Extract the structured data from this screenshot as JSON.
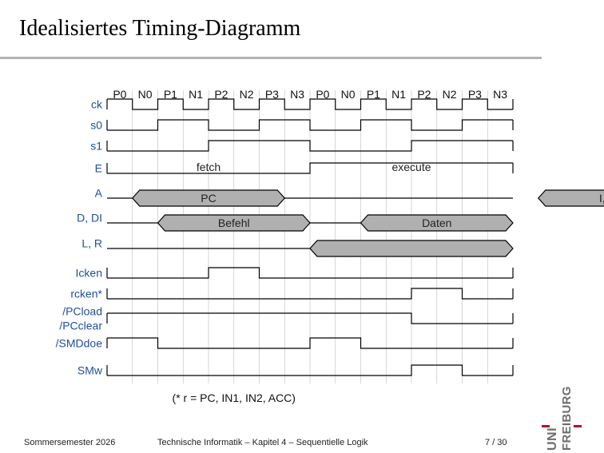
{
  "slide": {
    "title": "Idealisiertes Timing-Diagramm",
    "footer_left": "Sommersemester 2026",
    "footer_center": "Technische Informatik – Kapitel 4 – Sequentielle Logik",
    "page": "7 / 30",
    "logo_text": "UNI FREIBURG"
  },
  "diagram": {
    "phases": [
      "P0",
      "N0",
      "P1",
      "N1",
      "P2",
      "N2",
      "P3",
      "N3",
      "P0",
      "N0",
      "P1",
      "N1",
      "P2",
      "N2",
      "P3",
      "N3"
    ],
    "footnote": "(* r = PC, IN1, IN2, ACC)",
    "colors": {
      "label": "#1f4e9a",
      "bus_fill": "#b0b0b0",
      "grid": "#bbbbbb",
      "logo_red": "#c1002a",
      "logo_gray": "#6d6d6d"
    },
    "signals": [
      {
        "name": "ck",
        "kind": "clock",
        "levels": [
          1,
          0,
          1,
          0,
          1,
          0,
          1,
          0,
          1,
          0,
          1,
          0,
          1,
          0,
          1,
          0
        ]
      },
      {
        "name": "s0",
        "kind": "digital",
        "levels": [
          0,
          0,
          1,
          1,
          0,
          0,
          1,
          1,
          0,
          0,
          1,
          1,
          0,
          0,
          1,
          1
        ]
      },
      {
        "name": "s1",
        "kind": "digital",
        "levels": [
          0,
          0,
          0,
          0,
          1,
          1,
          1,
          1,
          0,
          0,
          0,
          0,
          1,
          1,
          1,
          1
        ]
      },
      {
        "name": "E",
        "kind": "digital",
        "levels": [
          0,
          0,
          0,
          0,
          0,
          0,
          0,
          0,
          1,
          1,
          1,
          1,
          1,
          1,
          1,
          1
        ],
        "texts": [
          {
            "text": "fetch",
            "phase": 4
          },
          {
            "text": "execute",
            "phase": 12
          }
        ]
      },
      {
        "name": "A",
        "kind": "bus",
        "segments": [
          {
            "start": 0.5,
            "end": 3.5,
            "label": "PC"
          },
          {
            "start": 8.5,
            "end": 11.5,
            "label": "I, ALU"
          }
        ]
      },
      {
        "name": "D, DI",
        "kind": "bus",
        "segments": [
          {
            "start": 1,
            "end": 4,
            "label": "Befehl"
          },
          {
            "start": 5,
            "end": 8,
            "label": "Daten"
          }
        ]
      },
      {
        "name": "L, R",
        "kind": "bus",
        "segments": [
          {
            "start": 4,
            "end": 8,
            "label": ""
          }
        ]
      },
      {
        "name": "Icken",
        "kind": "digital",
        "levels": [
          0,
          0,
          0,
          0,
          1,
          1,
          0,
          0,
          0,
          0,
          0,
          0,
          0,
          0,
          0,
          0
        ]
      },
      {
        "name": "rcken*",
        "kind": "digital",
        "levels": [
          0,
          0,
          0,
          0,
          0,
          0,
          0,
          0,
          0,
          0,
          0,
          0,
          1,
          1,
          0,
          0
        ]
      },
      {
        "name": "/PCload\n/PCclear",
        "kind": "digital",
        "levels": [
          1,
          1,
          1,
          1,
          1,
          1,
          1,
          1,
          1,
          1,
          1,
          1,
          0,
          0,
          0,
          0
        ]
      },
      {
        "name": "/SMDdoe",
        "kind": "digital",
        "levels": [
          1,
          1,
          0,
          0,
          0,
          0,
          0,
          0,
          1,
          1,
          0,
          0,
          0,
          0,
          0,
          0
        ]
      },
      {
        "name": "SMw",
        "kind": "digital",
        "levels": [
          0,
          0,
          0,
          0,
          0,
          0,
          0,
          0,
          0,
          0,
          0,
          0,
          1,
          1,
          0,
          0
        ]
      }
    ]
  }
}
